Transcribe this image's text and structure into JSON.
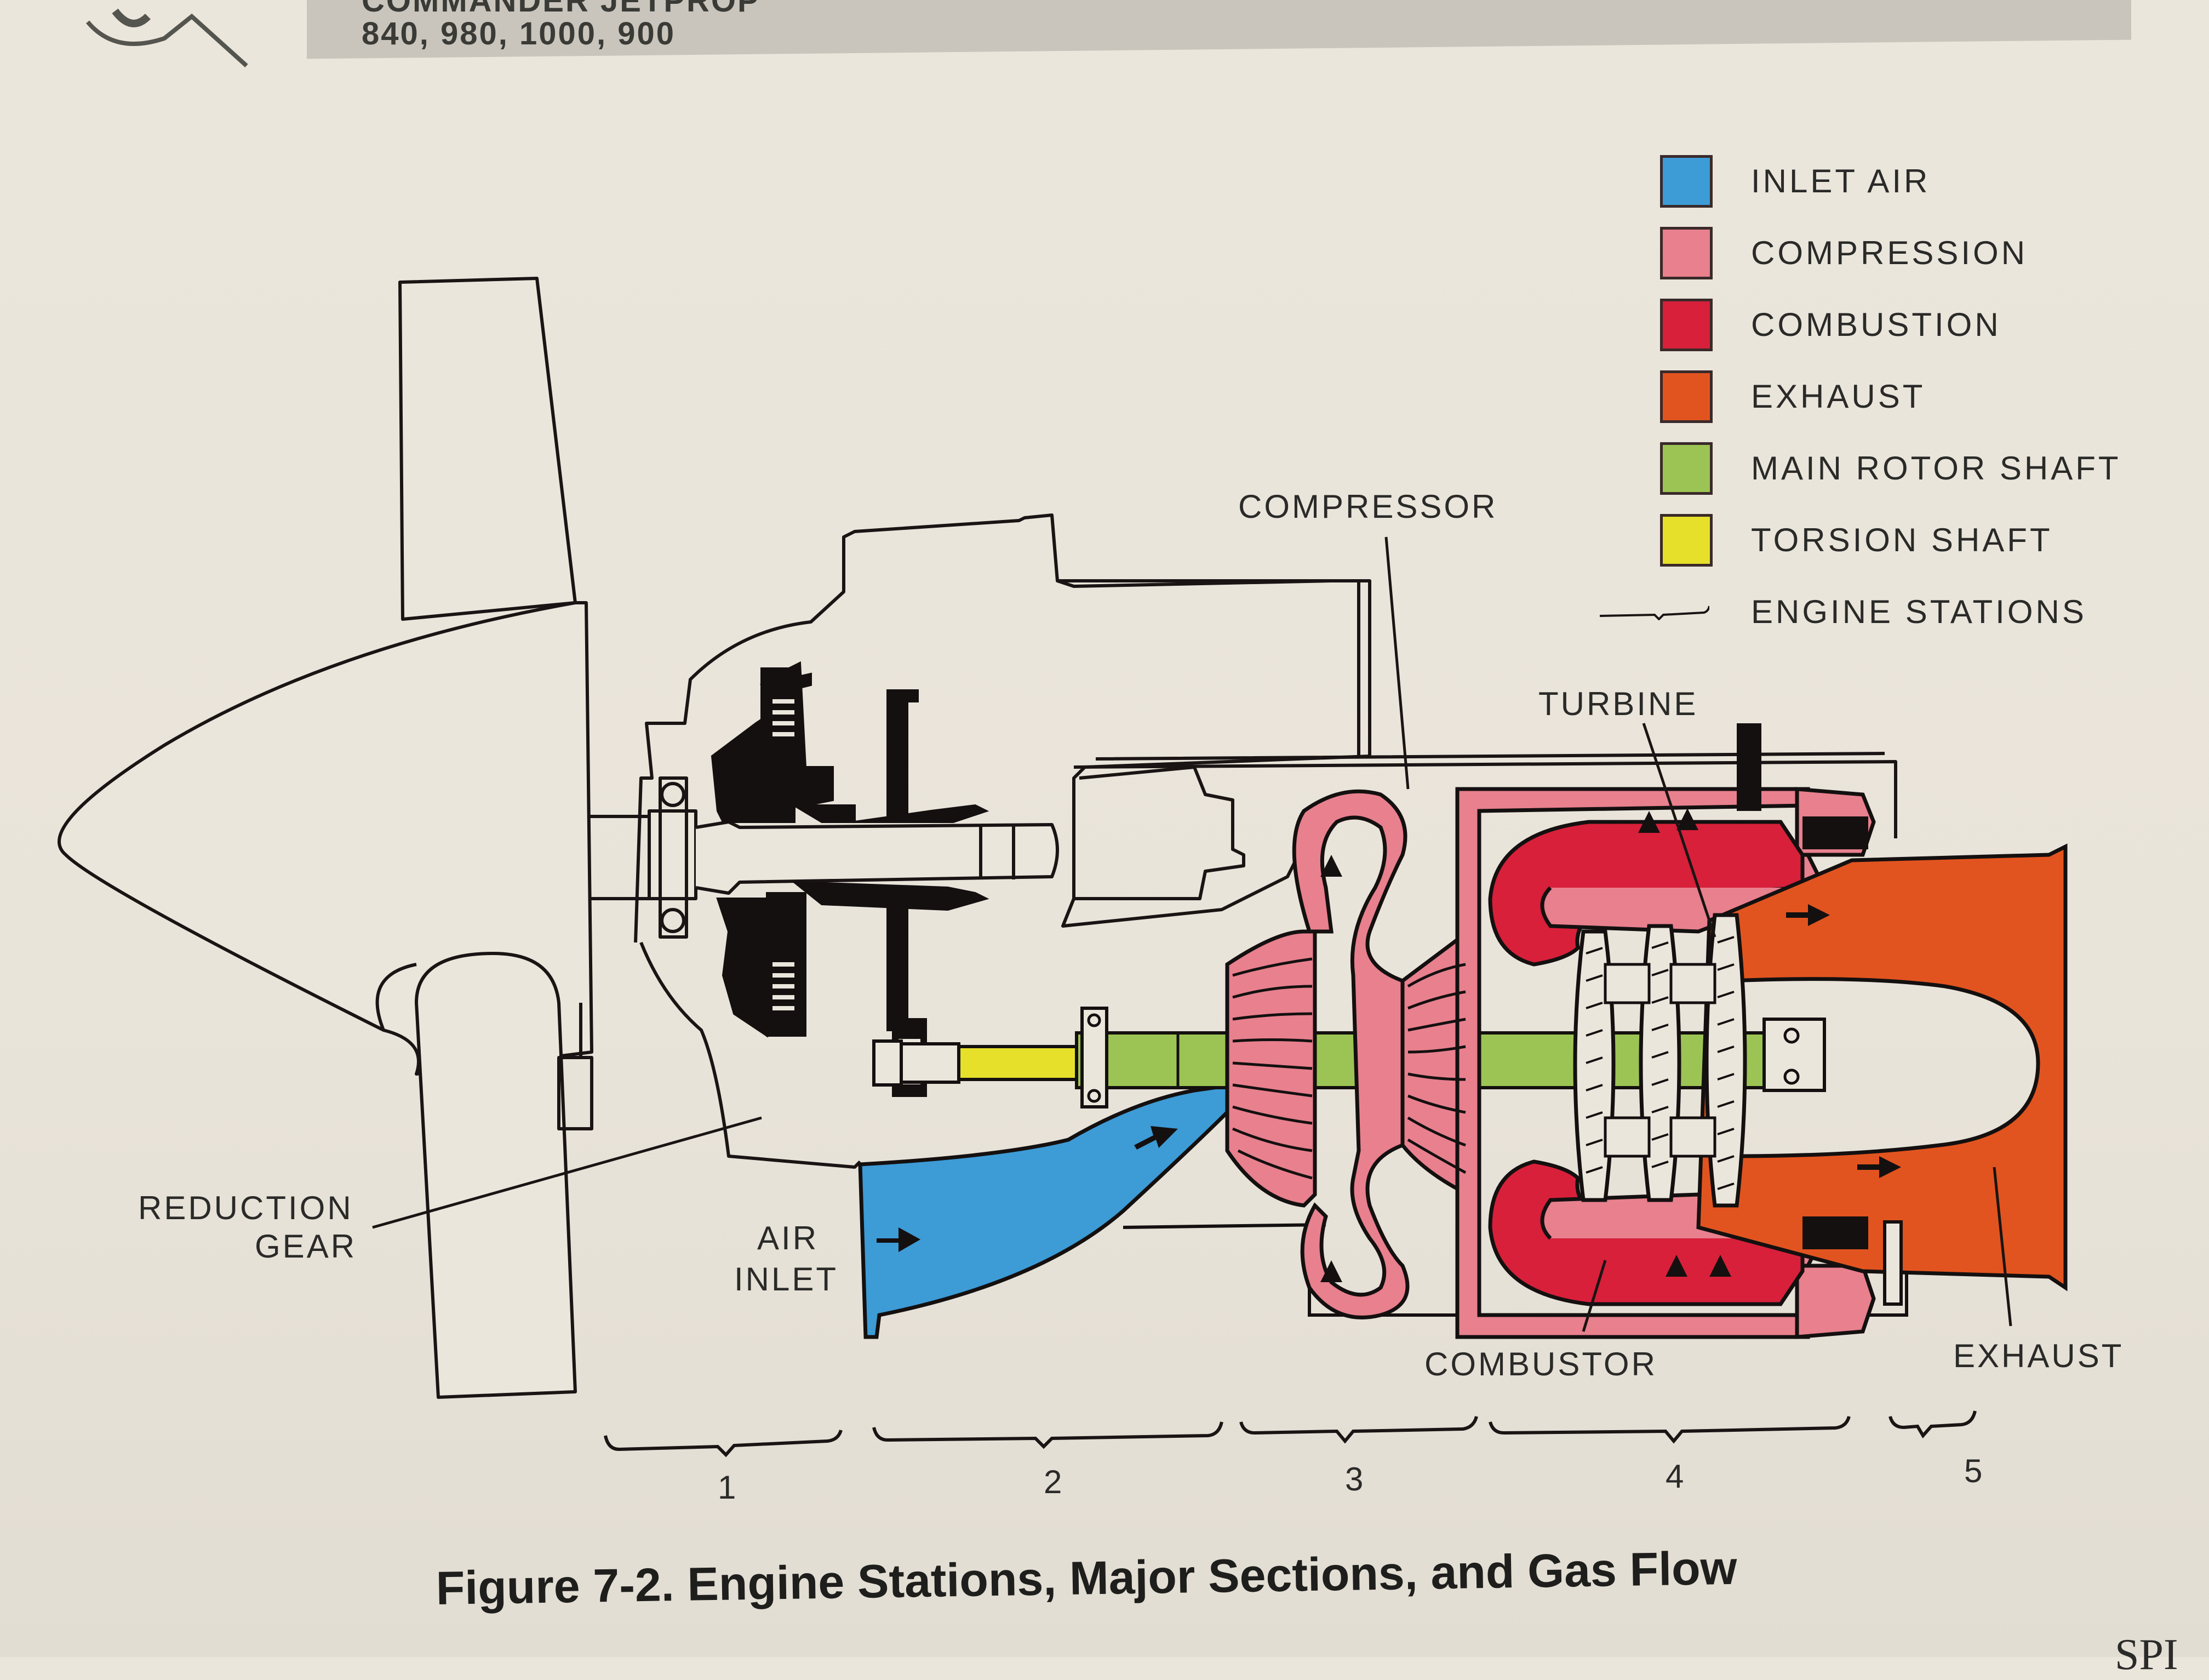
{
  "header": {
    "title_partial": "COMMANDER JETPROP",
    "models": "840, 980, 1000, 900"
  },
  "legend": {
    "items": [
      {
        "label": "INLET AIR",
        "color": "#3d9bd6"
      },
      {
        "label": "COMPRESSION",
        "color": "#e8808e"
      },
      {
        "label": "COMBUSTION",
        "color": "#d8203a"
      },
      {
        "label": "EXHAUST",
        "color": "#e2541f"
      },
      {
        "label": "MAIN ROTOR SHAFT",
        "color": "#9cc454"
      },
      {
        "label": "TORSION SHAFT",
        "color": "#e6e02a"
      }
    ],
    "stations_label": "ENGINE STATIONS"
  },
  "labels": {
    "compressor": "COMPRESSOR",
    "turbine": "TURBINE",
    "reduction_gear_1": "REDUCTION",
    "reduction_gear_2": "GEAR",
    "air_inlet_1": "AIR",
    "air_inlet_2": "INLET",
    "combustor": "COMBUSTOR",
    "exhaust": "EXHAUST"
  },
  "stations": [
    "1",
    "2",
    "3",
    "4",
    "5"
  ],
  "caption": "Figure 7-2.  Engine Stations, Major Sections, and Gas Flow",
  "corner_text": "SPI"
}
